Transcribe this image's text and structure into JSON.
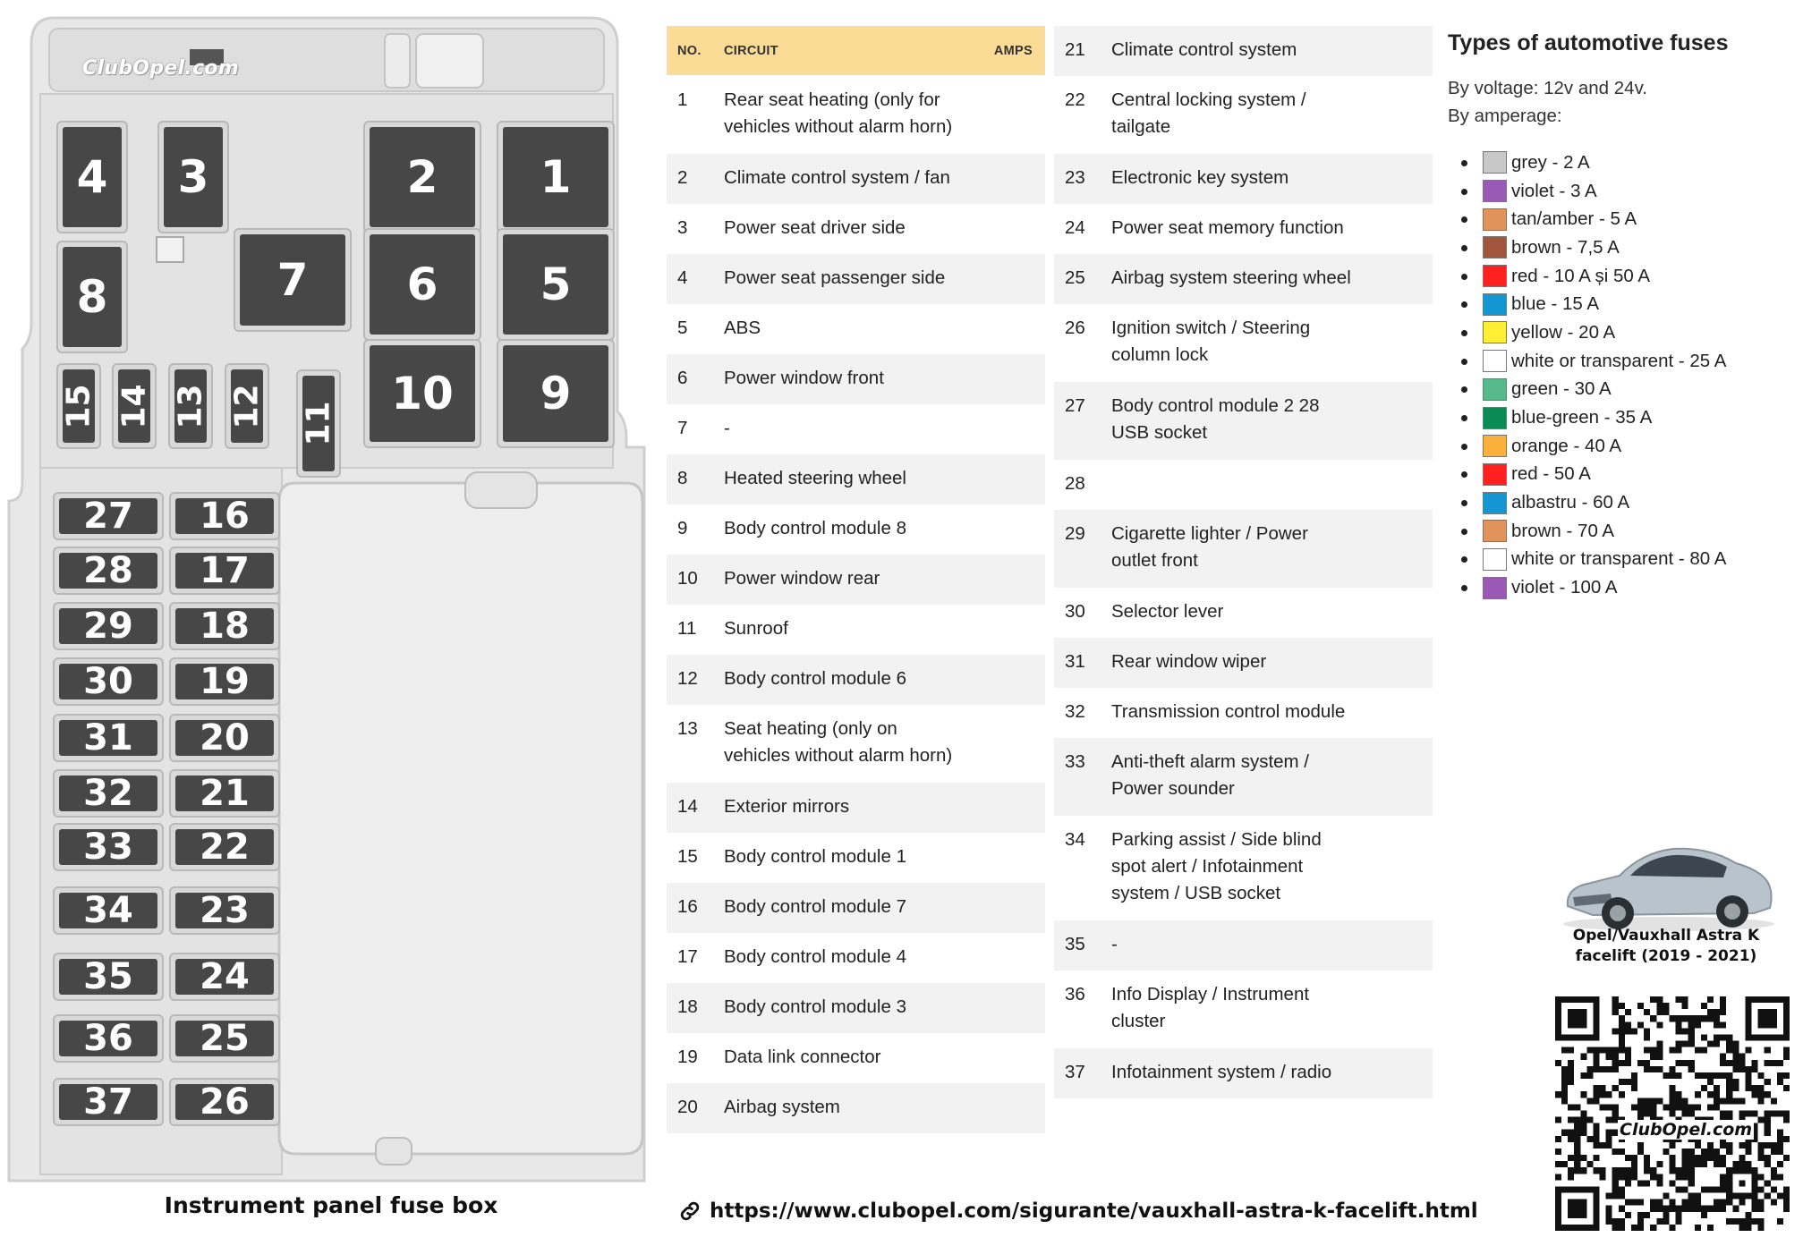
{
  "diagram": {
    "brand": "ClubOpel.com",
    "caption": "Instrument panel fuse box",
    "fuses": [
      {
        "label": "4"
      },
      {
        "label": "3"
      },
      {
        "label": "2"
      },
      {
        "label": "1"
      },
      {
        "label": "8"
      },
      {
        "label": "7"
      },
      {
        "label": "6"
      },
      {
        "label": "5"
      },
      {
        "label": "15"
      },
      {
        "label": "14"
      },
      {
        "label": "13"
      },
      {
        "label": "12"
      },
      {
        "label": "11"
      },
      {
        "label": "10"
      },
      {
        "label": "9"
      },
      {
        "label": "27"
      },
      {
        "label": "16"
      },
      {
        "label": "28"
      },
      {
        "label": "17"
      },
      {
        "label": "29"
      },
      {
        "label": "18"
      },
      {
        "label": "30"
      },
      {
        "label": "19"
      },
      {
        "label": "31"
      },
      {
        "label": "20"
      },
      {
        "label": "32"
      },
      {
        "label": "21"
      },
      {
        "label": "33"
      },
      {
        "label": "22"
      },
      {
        "label": "34"
      },
      {
        "label": "23"
      },
      {
        "label": "35"
      },
      {
        "label": "24"
      },
      {
        "label": "36"
      },
      {
        "label": "25"
      },
      {
        "label": "37"
      },
      {
        "label": "26"
      }
    ]
  },
  "table": {
    "headers": {
      "no": "NO.",
      "circuit": "CIRCUIT",
      "amps": "AMPS"
    },
    "left_rows": [
      {
        "no": "1",
        "lines": [
          "Rear seat heating (only for",
          "vehicles without alarm horn)"
        ]
      },
      {
        "no": "2",
        "lines": [
          "Climate control system / fan"
        ]
      },
      {
        "no": "3",
        "lines": [
          "Power seat driver side"
        ]
      },
      {
        "no": "4",
        "lines": [
          "Power seat passenger side"
        ]
      },
      {
        "no": "5",
        "lines": [
          "ABS"
        ]
      },
      {
        "no": "6",
        "lines": [
          "Power window front"
        ]
      },
      {
        "no": "7",
        "lines": [
          "-"
        ]
      },
      {
        "no": "8",
        "lines": [
          "Heated steering wheel"
        ]
      },
      {
        "no": "9",
        "lines": [
          "Body control module 8"
        ]
      },
      {
        "no": "10",
        "lines": [
          "Power window rear"
        ]
      },
      {
        "no": "11",
        "lines": [
          "Sunroof"
        ]
      },
      {
        "no": "12",
        "lines": [
          "Body control module 6"
        ]
      },
      {
        "no": "13",
        "lines": [
          "Seat heating (only on",
          "vehicles without alarm horn)"
        ]
      },
      {
        "no": "14",
        "lines": [
          "Exterior mirrors"
        ]
      },
      {
        "no": "15",
        "lines": [
          "Body control module 1"
        ]
      },
      {
        "no": "16",
        "lines": [
          "Body control module 7"
        ]
      },
      {
        "no": "17",
        "lines": [
          "Body control module 4"
        ]
      },
      {
        "no": "18",
        "lines": [
          "Body control module 3"
        ]
      },
      {
        "no": "19",
        "lines": [
          "Data link connector"
        ]
      },
      {
        "no": "20",
        "lines": [
          "Airbag system"
        ]
      }
    ],
    "right_rows": [
      {
        "no": "21",
        "lines": [
          "Climate control system"
        ]
      },
      {
        "no": "22",
        "lines": [
          "Central locking system /",
          "tailgate"
        ]
      },
      {
        "no": "23",
        "lines": [
          "Electronic key system"
        ]
      },
      {
        "no": "24",
        "lines": [
          "Power seat memory function"
        ]
      },
      {
        "no": "25",
        "lines": [
          "Airbag system steering wheel"
        ]
      },
      {
        "no": "26",
        "lines": [
          "Ignition switch / Steering",
          "column lock"
        ]
      },
      {
        "no": "27",
        "lines": [
          "Body control module 2 28",
          "USB socket"
        ]
      },
      {
        "no": "28",
        "lines": [
          ""
        ]
      },
      {
        "no": "29",
        "lines": [
          "Cigarette lighter / Power",
          "outlet front"
        ]
      },
      {
        "no": "30",
        "lines": [
          "Selector lever"
        ]
      },
      {
        "no": "31",
        "lines": [
          "Rear window wiper"
        ]
      },
      {
        "no": "32",
        "lines": [
          "Transmission control module"
        ]
      },
      {
        "no": "33",
        "lines": [
          "Anti-theft alarm system /",
          "Power sounder"
        ]
      },
      {
        "no": "34",
        "lines": [
          "Parking assist / Side blind",
          "spot alert / Infotainment",
          "system / USB socket"
        ]
      },
      {
        "no": "35",
        "lines": [
          "-"
        ]
      },
      {
        "no": "36",
        "lines": [
          "Info Display / Instrument",
          "cluster"
        ]
      },
      {
        "no": "37",
        "lines": [
          "Infotainment system / radio"
        ]
      }
    ]
  },
  "legend": {
    "title": "Types of automotive fuses",
    "voltage": "By voltage: 12v and 24v.",
    "amperage": "By amperage:",
    "items": [
      {
        "color": "#c8c8c8",
        "label": "grey - 2 A"
      },
      {
        "color": "#9b59b6",
        "label": "violet - 3 A"
      },
      {
        "color": "#e0935a",
        "label": "tan/amber - 5 A"
      },
      {
        "color": "#a0553c",
        "label": "brown - 7,5 A"
      },
      {
        "color": "#ff2020",
        "label": "red - 10 A și 50 A"
      },
      {
        "color": "#1496d2",
        "label": "blue - 15 A"
      },
      {
        "color": "#ffee33",
        "label": "yellow - 20 A"
      },
      {
        "color": "#ffffff",
        "label": "white or transparent - 25 A"
      },
      {
        "color": "#55b98a",
        "label": "green - 30 A"
      },
      {
        "color": "#0a8a55",
        "label": "blue-green - 35 A"
      },
      {
        "color": "#fbb03b",
        "label": "orange - 40 A"
      },
      {
        "color": "#ff2020",
        "label": "red - 50 A"
      },
      {
        "color": "#1496d2",
        "label": "albastru - 60 A"
      },
      {
        "color": "#e0935a",
        "label": "brown - 70 A"
      },
      {
        "color": "#ffffff",
        "label": "white or transparent - 80 A"
      },
      {
        "color": "#9b59b6",
        "label": "violet - 100 A"
      }
    ]
  },
  "vehicle": {
    "caption_line1": "Opel/Vauxhall Astra K",
    "caption_line2": "facelift (2019 - 2021)"
  },
  "qr": {
    "brand": "ClubOpel.com"
  },
  "footer": {
    "url": "https://www.clubopel.com/sigurante/vauxhall-astra-k-facelift.html"
  },
  "icons": {
    "link": "link-icon",
    "car": "car-icon",
    "qr": "qr-code-icon"
  },
  "colors": {
    "header_bg": "#fadc96",
    "fuse_fill": "#474747",
    "box_fill": "#e6e6e6"
  }
}
